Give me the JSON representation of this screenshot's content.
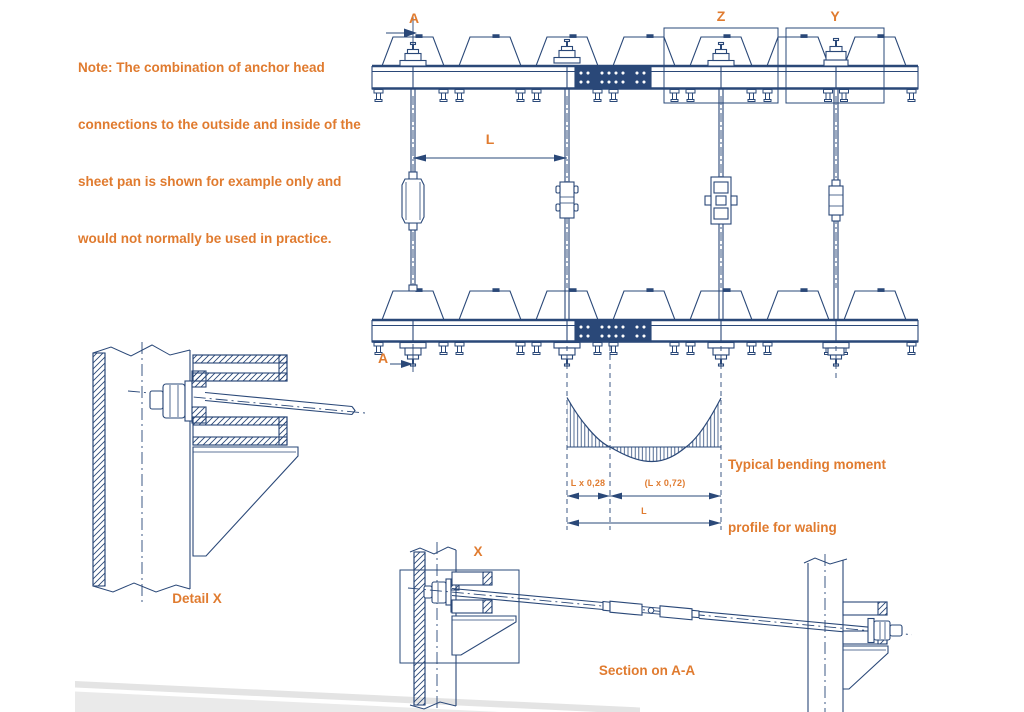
{
  "colors": {
    "line": "#2a4878",
    "accent": "#e07b2f",
    "swoosh_light": "#eaeaea",
    "swoosh_dark": "#e4e4e4"
  },
  "note": {
    "lines": [
      "Note: The combination of anchor head",
      "connections to the outside and inside of the",
      "sheet pan is shown for example only and",
      "would not normally be used in practice."
    ]
  },
  "plan": {
    "section_arrow_top": "A",
    "section_arrow_bottom": "A",
    "detail_z": "Z",
    "detail_y": "Y",
    "anchor_spacing": "L"
  },
  "moment": {
    "caption_lines": [
      "Typical bending moment",
      "profile for waling"
    ],
    "dim_left": "L x 0,28",
    "dim_mid": "(L x 0,72)",
    "dim_total": "L"
  },
  "detail_x": {
    "caption": "Detail X"
  },
  "section_aa": {
    "caption": "Section on A-A",
    "detail_marker": "X"
  }
}
